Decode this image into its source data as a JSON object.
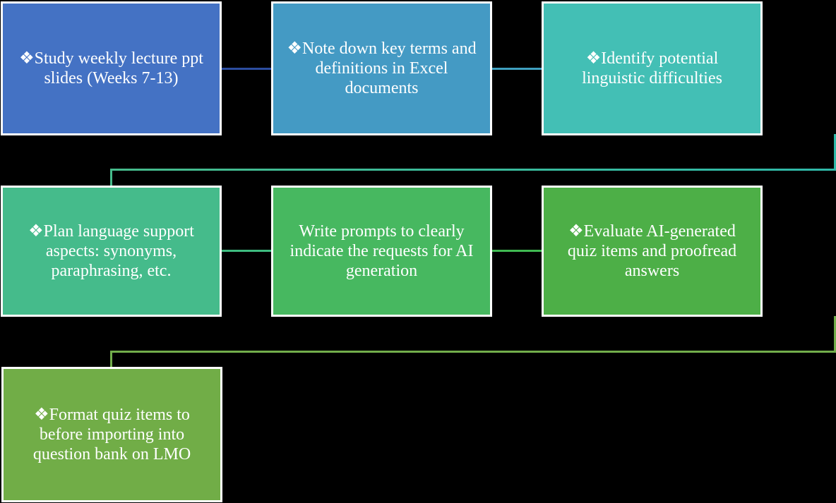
{
  "diagram": {
    "background": "#000000",
    "box_border_color": "#FFFFFF",
    "text_color": "#FFFFFF",
    "bullet_glyph": "❖",
    "boxes": [
      {
        "name": "study-slides",
        "fill": "#4472C4",
        "text": "❖Study weekly lecture ppt\nslides (Weeks 7-13)"
      },
      {
        "name": "note-terms",
        "fill": "#449AC4",
        "text": "❖Note down key terms and\ndefinitions in Excel\ndocuments"
      },
      {
        "name": "identify-difficulties",
        "fill": "#43BFB5",
        "text": "❖Identify potential\nlinguistic difficulties"
      },
      {
        "name": "plan-support",
        "fill": "#45BB8B",
        "text": "❖Plan language support\naspects: synonyms,\nparaphrasing, etc."
      },
      {
        "name": "write-prompts",
        "fill": "#47B860",
        "text": "Write prompts to clearly\nindicate the requests for AI\ngeneration"
      },
      {
        "name": "evaluate-items",
        "fill": "#4DAF47",
        "text": "❖Evaluate AI-generated\nquiz items and proofread\nanswers"
      },
      {
        "name": "format-items",
        "fill": "#71AD47",
        "text": "❖Format quiz items to\nbefore importing into\nquestion bank on LMO"
      }
    ],
    "connectors": {
      "c1": {
        "color": "#2C4DA0"
      },
      "c2": {
        "color": "#3FA0BF"
      },
      "c3_right": {
        "color": "#2FB9A9"
      },
      "c3_horizontal": {
        "color": [
          "#46BB8B",
          "#2FB9A9"
        ]
      },
      "c3_left": {
        "color": "#46BB8B"
      },
      "c4": {
        "color": "#3EBC80"
      },
      "c5": {
        "color": "#40BA52"
      },
      "c6_right": {
        "color": "#72AD4B"
      },
      "c6_horizontal": {
        "color": "#72AD4B"
      },
      "c6_left": {
        "color": "#72AD4B"
      }
    }
  }
}
